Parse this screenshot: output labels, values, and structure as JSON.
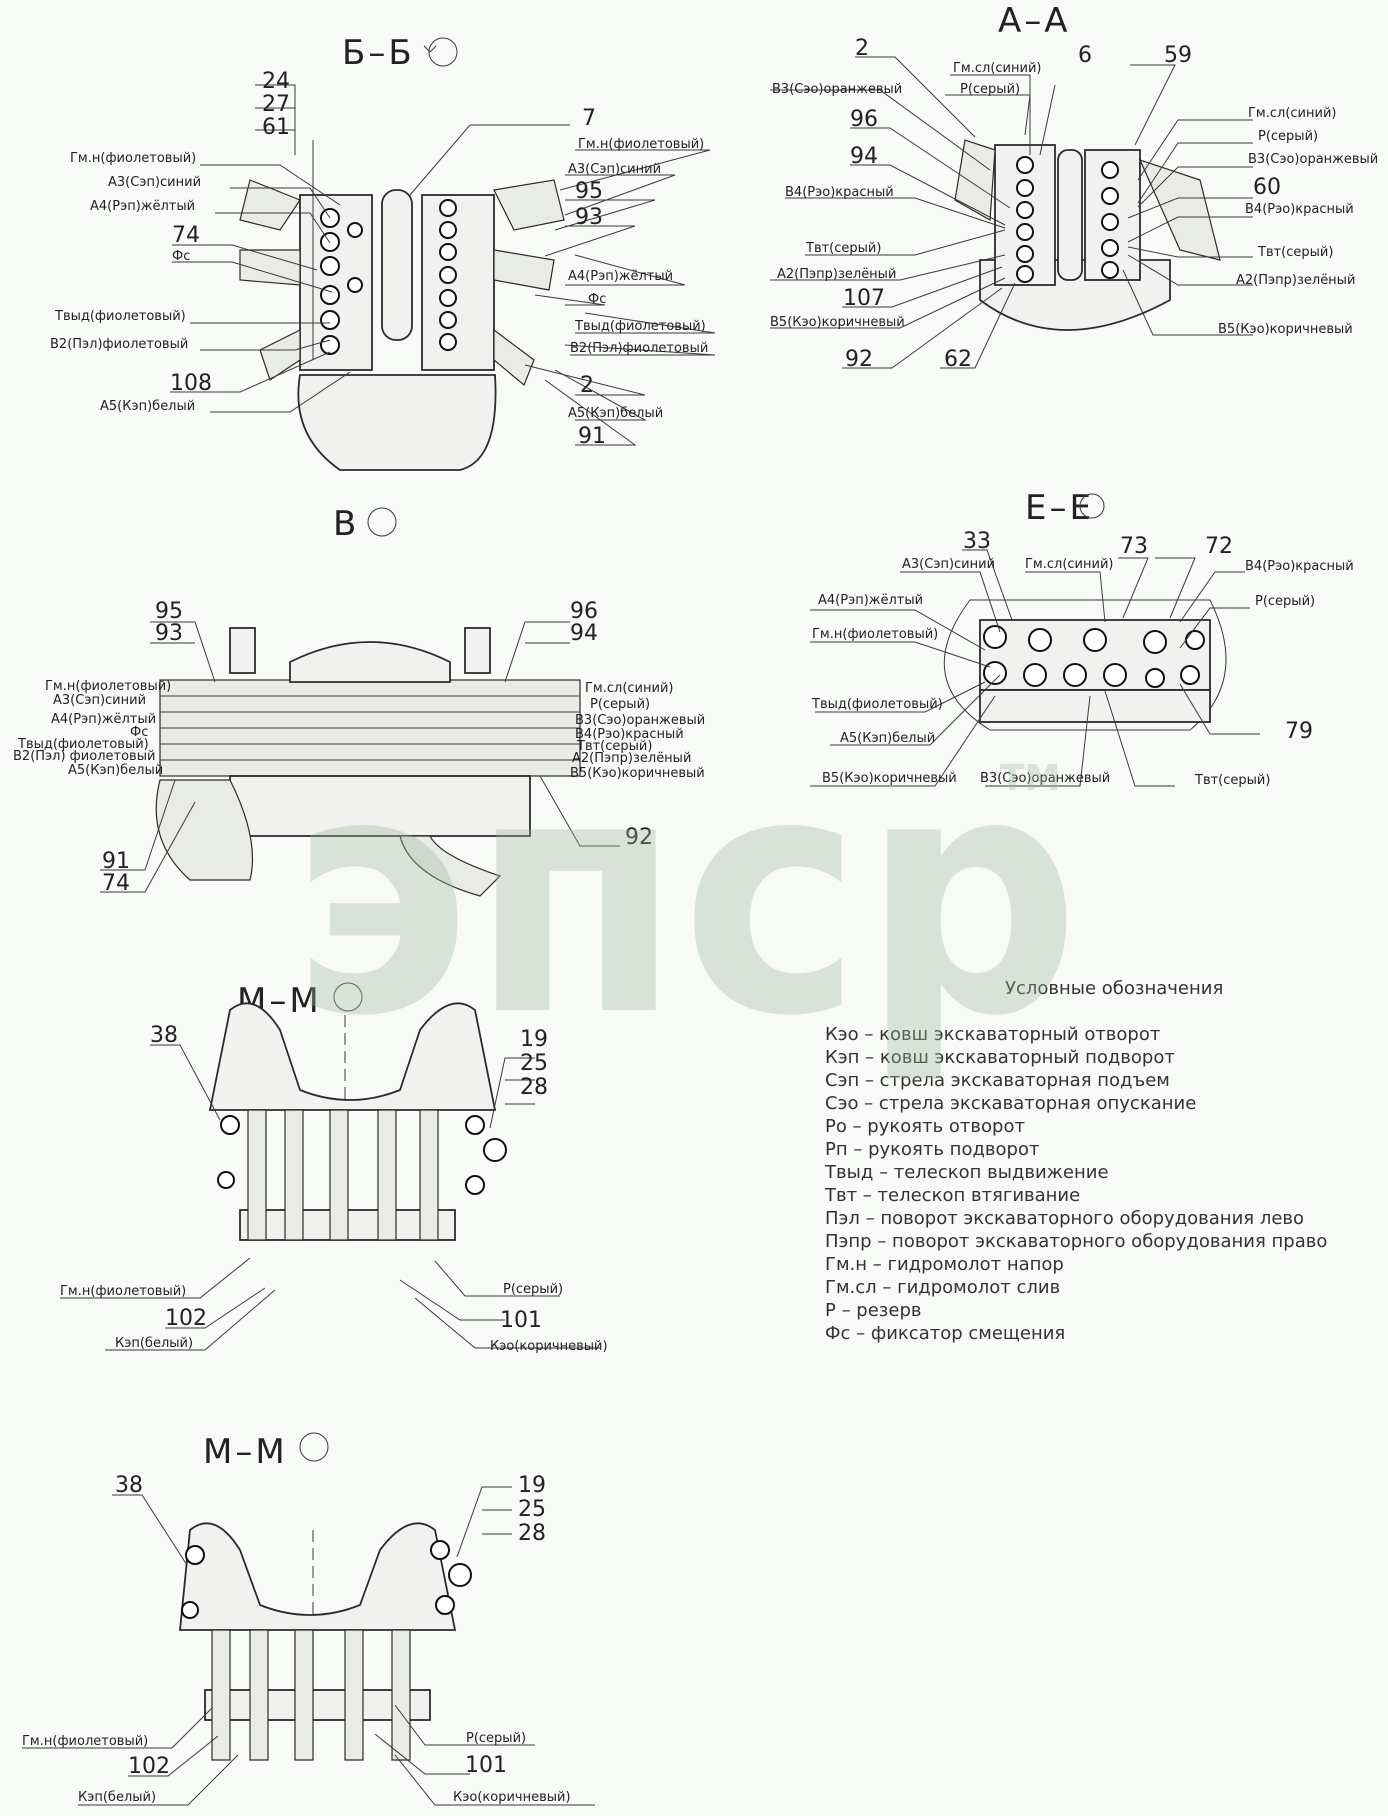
{
  "sections": {
    "bb": {
      "title": "Б–Б"
    },
    "aa": {
      "title": "А–А"
    },
    "v": {
      "title": "В"
    },
    "ee": {
      "title": "Е–Е"
    },
    "mm1": {
      "title": "М–М"
    },
    "mm2": {
      "title": "М–М"
    }
  },
  "watermark": {
    "text": "эпср",
    "tm": "TM"
  },
  "bb_labels": {
    "n24": "24",
    "n27": "27",
    "n61": "61",
    "n7": "7",
    "n95": "95",
    "n93": "93",
    "n74": "74",
    "n108": "108",
    "n2": "2",
    "n91": "91",
    "gmn_l": "Гм.н(фиолетовый)",
    "a3_l": "А3(Сэп)синий",
    "a4_l": "А4(Рэп)жёлтый",
    "fs_l": "Фс",
    "tvyd_l": "Твыд(фиолетовый)",
    "v2_l": "В2(Пэл)фиолетовый",
    "a5_l": "А5(Кэп)белый",
    "gmn_r": "Гм.н(фиолетовый)",
    "a3_r": "А3(Сэп)синий",
    "a4_r": "А4(Рэп)жёлтый",
    "fs_r": "Фс",
    "tvyd_r": "Твыд(фиолетовый)",
    "v2_r": "В2(Пэл)фиолетовый",
    "a5_r": "А5(Кэп)белый"
  },
  "aa_labels": {
    "n2": "2",
    "n6": "6",
    "n59": "59",
    "n96": "96",
    "n94": "94",
    "n60": "60",
    "n107": "107",
    "n92": "92",
    "n62": "62",
    "gmsl_l": "Гм.сл(синий)",
    "p_l": "Р(серый)",
    "v3_l": "В3(Сэо)оранжевый",
    "v4_l": "В4(Рэо)красный",
    "tvt_l": "Твт(серый)",
    "a2_l": "А2(Пэпр)зелёный",
    "v5_l": "В5(Кэо)коричневый",
    "gmsl_r": "Гм.сл(синий)",
    "p_r": "Р(серый)",
    "v3_r": "В3(Сэо)оранжевый",
    "v4_r": "В4(Рэо)красный",
    "tvt_r": "Твт(серый)",
    "a2_r": "А2(Пэпр)зелёный",
    "v5_r": "В5(Кэо)коричневый"
  },
  "v_labels": {
    "n95": "95",
    "n93": "93",
    "n96": "96",
    "n94": "94",
    "n91": "91",
    "n74": "74",
    "n92": "92",
    "gmn": "Гм.н(фиолетовый)",
    "a3": "А3(Сэп)синий",
    "a4": "А4(Рэп)жёлтый",
    "fs": "Фс",
    "tvyd": "Твыд(фиолетовый)",
    "v2": "В2(Пэл) фиолетовый",
    "a5": "А5(Кэп)белый",
    "gmsl": "Гм.сл(синий)",
    "p": "Р(серый)",
    "v3": "В3(Сэо)оранжевый",
    "v4": "В4(Рэо)красный",
    "a2": "А2(Пэпр)зелёный",
    "tvt": "Твт(серый)",
    "v5": "В5(Кэо)коричневый"
  },
  "ee_labels": {
    "n33": "33",
    "n73": "73",
    "n72": "72",
    "n79": "79",
    "a3": "А3(Сэп)синий",
    "gmsl": "Гм.сл(синий)",
    "v4": "В4(Рэо)красный",
    "a4": "А4(Рэп)жёлтый",
    "p": "Р(серый)",
    "gmn": "Гм.н(фиолетовый)",
    "tvyd": "Твыд(фиолетовый)",
    "a5": "А5(Кэп)белый",
    "v5": "В5(Кэо)коричневый",
    "v3": "В3(Сэо)оранжевый",
    "tvt": "Твт(серый)"
  },
  "mm_labels": {
    "n38": "38",
    "n19": "19",
    "n25": "25",
    "n28": "28",
    "n102": "102",
    "n101": "101",
    "gmn": "Гм.н(фиолетовый)",
    "kep": "Кэп(белый)",
    "p": "Р(серый)",
    "keo": "Кэо(коричневый)"
  },
  "legend": {
    "title": "Условные обозначения",
    "items": [
      "Кэо – ковш экскаваторный отворот",
      "Кэп – ковш экскаваторный подворот",
      "Сэп – стрела экскаваторная подъем",
      "Сэо – стрела экскаваторная опускание",
      "Ро – рукоять отворот",
      "Рп – рукоять подворот",
      "Твыд – телескоп выдвижение",
      "Твт – телескоп втягивание",
      "Пэл – поворот экскаваторного оборудования лево",
      "Пэпр – поворот экскаваторного оборудования право",
      "Гм.н – гидромолот напор",
      "Гм.сл – гидромолот слив",
      "Р – резерв",
      "Фс – фиксатор смещения"
    ]
  }
}
